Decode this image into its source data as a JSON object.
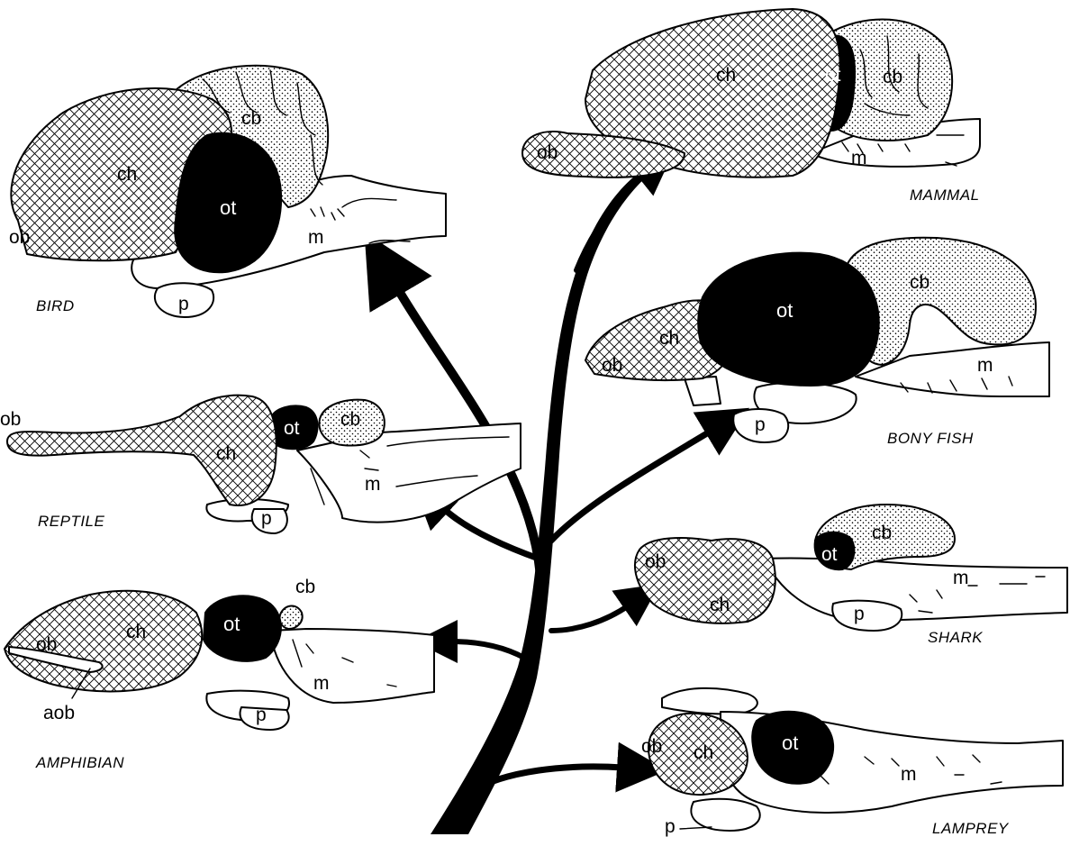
{
  "labels": {
    "ob": "ob",
    "ch": "ch",
    "cb": "cb",
    "ot": "ot",
    "m": "m",
    "p": "p",
    "aob": "aob"
  },
  "captions": {
    "bird": "BIRD",
    "mammal": "MAMMAL",
    "bony_fish": "BONY FISH",
    "reptile": "REPTILE",
    "shark": "SHARK",
    "amphibian": "AMPHIBIAN",
    "lamprey": "LAMPREY"
  },
  "legend_fills": {
    "ch": "crosshatch",
    "cb": "stipple",
    "ot": "solid-black"
  },
  "colors": {
    "ink": "#000000",
    "paper": "#ffffff"
  }
}
